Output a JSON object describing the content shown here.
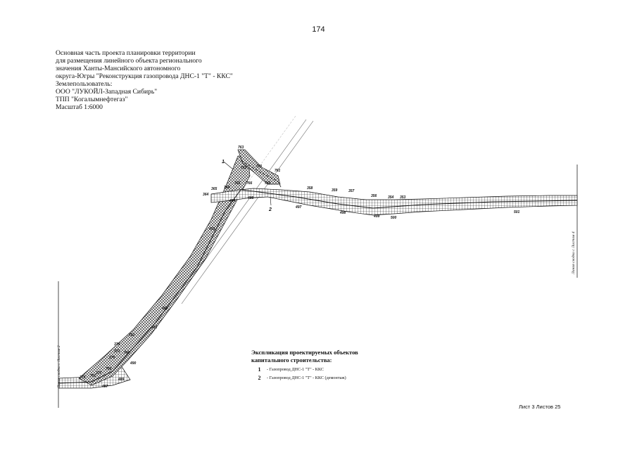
{
  "page_number": "174",
  "header_lines": [
    "Основная часть проекта планировки территории",
    "для размещения линейного объекта регионального",
    "значения Ханты-Мансийского автономного",
    "округа-Югры \"Реконструкция газопровода ДНС-1 \"Т\" - ККС\"",
    "Землепользователь:",
    "ООО \"ЛУКОЙЛ-Западная Сибирь\"",
    "ТПП \"Когалымнефтегаз\"",
    "Масштаб 1:6000"
  ],
  "legend": {
    "title_line1": "Экспликация проектируемых объектов",
    "title_line2": "капитального строительства:",
    "items": [
      {
        "marker": "1",
        "text": "- Газопровод ДНС-1 \"Т\" - ККС"
      },
      {
        "marker": "2",
        "text": "- Газопровод ДНС-1 \"Т\" - ККС (демонтаж)"
      }
    ]
  },
  "sheet_label": "Лист 3 Листов 25",
  "match_line_right": "Линия сводки с Листом 4",
  "match_line_left": "Линия сводки с Листом 2",
  "map_labels": {
    "l763": "763",
    "l762": "762",
    "l761": "761",
    "l761b": "761",
    "l760": "760",
    "l765": "765",
    "l766": "766",
    "l764": "764",
    "l365": "365",
    "l364": "364",
    "l358": "358",
    "l359": "359",
    "l357": "357",
    "l356": "356",
    "l354": "354",
    "l353": "353",
    "l494": "494",
    "l495": "495",
    "l496": "496",
    "l497": "497",
    "l498": "498",
    "l499": "499",
    "l500": "500",
    "l501": "501",
    "l493": "493",
    "l492": "492",
    "l491": "491",
    "l490": "490",
    "l489": "489",
    "l487": "487",
    "l379": "379",
    "l373": "373",
    "l374": "374",
    "l375": "375",
    "l377": "377",
    "l749": "749",
    "l750": "750",
    "l751": "751",
    "l752": "752",
    "m1": "1",
    "m2": "2"
  }
}
